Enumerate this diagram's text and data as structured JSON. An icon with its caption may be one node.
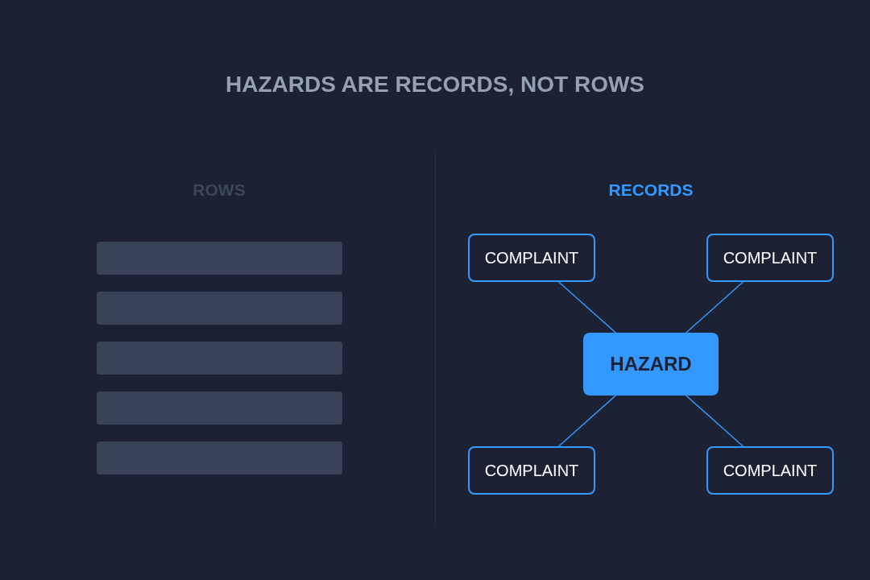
{
  "diagram": {
    "title": "HAZARDS ARE RECORDS, NOT ROWS",
    "nodes": [
      {
        "text": [],
        "shape": "bar"
      },
      {
        "text": [],
        "shape": "bar"
      },
      {
        "text": [],
        "shape": "bar"
      },
      {
        "text": [],
        "shape": "bar"
      },
      {
        "text": [],
        "shape": "bar"
      },
      {
        "text": [
          "COMPLAINT"
        ]
      },
      {
        "text": [
          "COMPLAINT"
        ]
      },
      {
        "text": [
          "HAZARD"
        ]
      },
      {
        "text": [
          "COMPLAINT"
        ]
      },
      {
        "text": [
          "COMPLAINT"
        ]
      }
    ],
    "edges": [
      {
        "from": 7,
        "to": 5,
        "arrow": "none"
      },
      {
        "from": 7,
        "to": 6,
        "arrow": "none"
      },
      {
        "from": 7,
        "to": 8,
        "arrow": "none"
      },
      {
        "from": 7,
        "to": 9,
        "arrow": "none"
      }
    ],
    "labels": [
      "ROWS",
      "RECORDS"
    ]
  }
}
